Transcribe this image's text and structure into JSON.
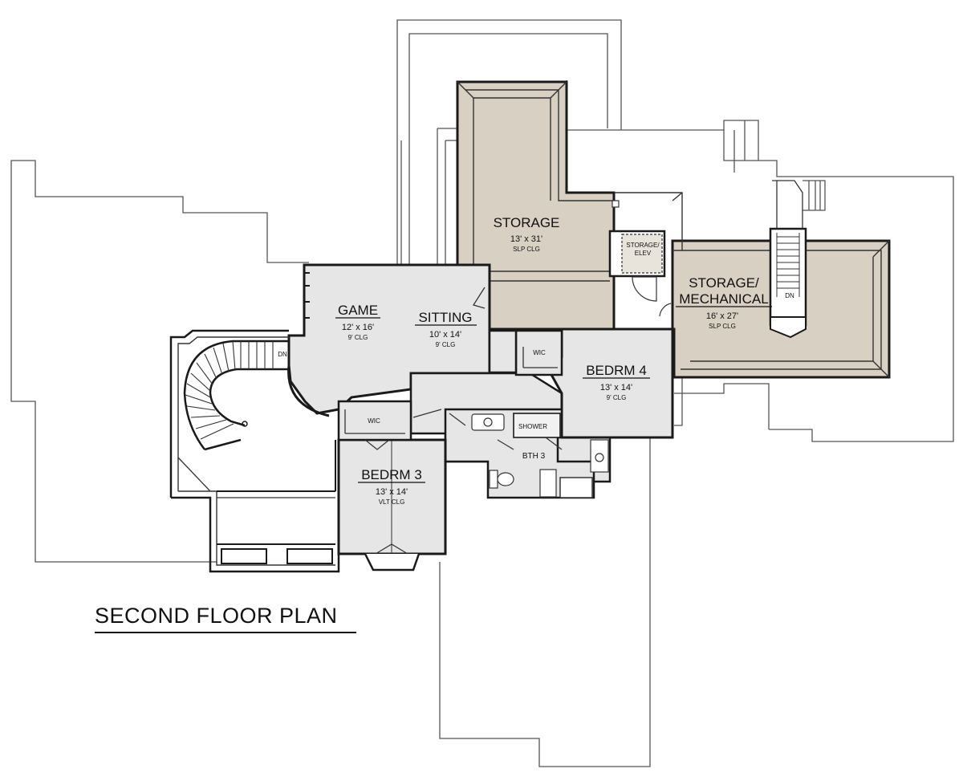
{
  "plan_title": "SECOND FLOOR PLAN",
  "colors": {
    "storage_fill": "#d8d0c3",
    "room_fill": "#e6e6e6",
    "wall": "#1a1a1a",
    "outline": "#444444"
  },
  "rooms": {
    "storage": {
      "name": "STORAGE",
      "dims": "13' x 31'",
      "ceiling": "SLP CLG"
    },
    "storage_elev": {
      "line1": "STORAGE/",
      "line2": "ELEV"
    },
    "storage_mech": {
      "line1": "STORAGE/",
      "line2": "MECHANICAL",
      "dims": "16' x 27'",
      "ceiling": "SLP CLG"
    },
    "game": {
      "name": "GAME",
      "dims": "12' x 16'",
      "ceiling": "9' CLG"
    },
    "sitting": {
      "name": "SITTING",
      "dims": "10' x 14'",
      "ceiling": "9' CLG"
    },
    "bedrm4": {
      "name": "BEDRM 4",
      "dims": "13' x 14'",
      "ceiling": "9' CLG"
    },
    "bedrm3": {
      "name": "BEDRM 3",
      "dims": "13' x 14'",
      "ceiling": "VLT CLG"
    },
    "bth3": {
      "name": "BTH 3"
    },
    "wic_left": {
      "name": "WIC"
    },
    "wic_right": {
      "name": "WIC"
    },
    "shower": {
      "name": "SHOWER"
    }
  },
  "stairs": {
    "dn_left": "DN",
    "dn_right": "DN"
  }
}
